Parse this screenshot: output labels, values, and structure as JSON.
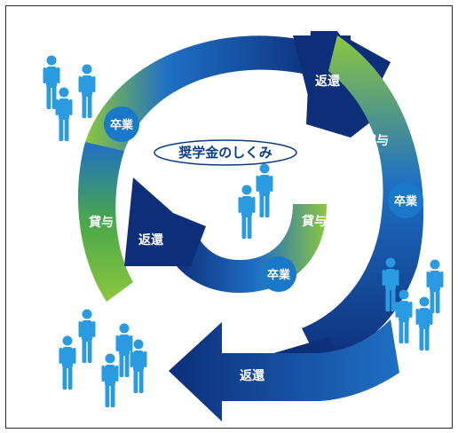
{
  "title": "奨学金のしくみ",
  "labels": {
    "return_top": "返還",
    "return_left": "返還",
    "return_bottom": "返還",
    "loan_right": "貸与",
    "loan_left": "貸与",
    "loan_inner": "貸与",
    "grad_top_left": "卒業",
    "grad_right": "卒業",
    "grad_inner": "卒業"
  },
  "colors": {
    "dark_blue": "#0d2f7a",
    "mid_blue": "#1f6fc4",
    "light_green": "#8cc63f",
    "person": "#2a9be0",
    "frame": "#2b2b2b"
  }
}
